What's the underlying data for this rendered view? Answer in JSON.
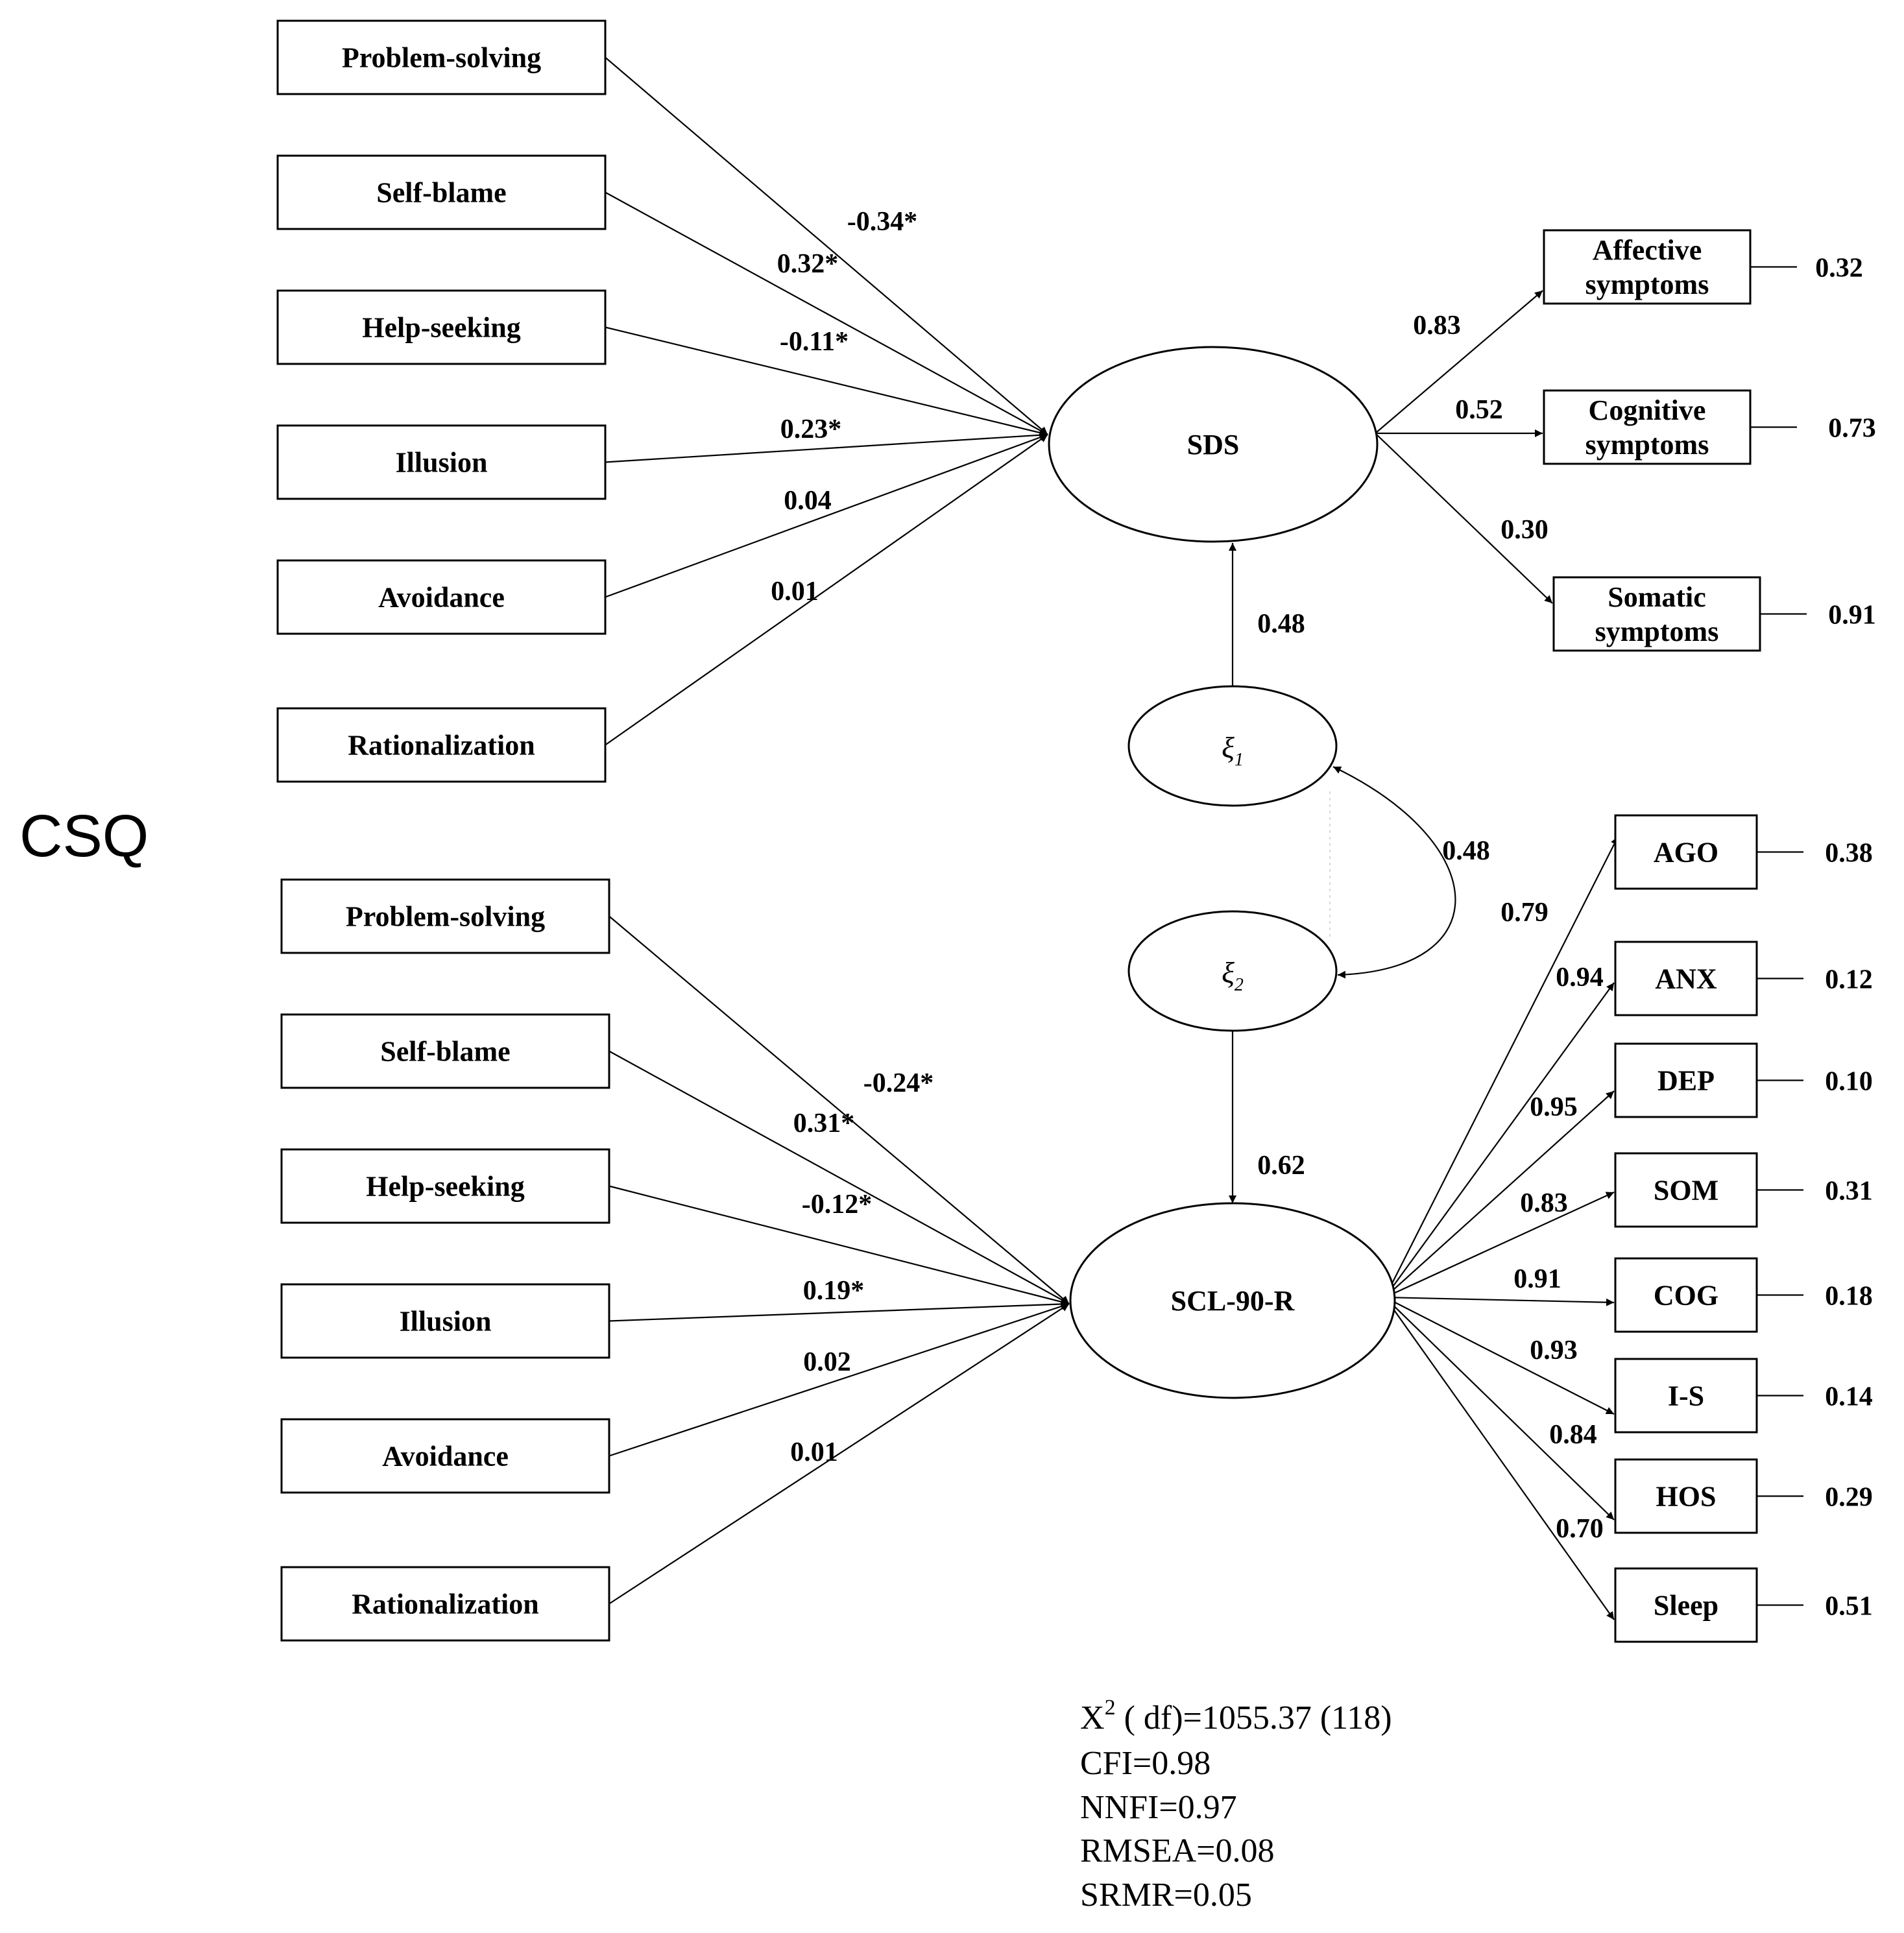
{
  "group_label": "CSQ",
  "sds": {
    "label": "SDS",
    "predictors": [
      {
        "label": "Problem-solving",
        "coef": "-0.34*"
      },
      {
        "label": "Self-blame",
        "coef": "0.32*"
      },
      {
        "label": "Help-seeking",
        "coef": "-0.11*"
      },
      {
        "label": "Illusion",
        "coef": "0.23*"
      },
      {
        "label": "Avoidance",
        "coef": "0.04"
      },
      {
        "label": "Rationalization",
        "coef": "0.01"
      }
    ],
    "indicators": [
      {
        "label": [
          "Affective",
          "symptoms"
        ],
        "loading": "0.83",
        "error": "0.32"
      },
      {
        "label": [
          "Cognitive",
          "symptoms"
        ],
        "loading": "0.52",
        "error": "0.73"
      },
      {
        "label": [
          "Somatic",
          "symptoms"
        ],
        "loading": "0.30",
        "error": "0.91"
      }
    ]
  },
  "scl": {
    "label": "SCL-90-R",
    "predictors": [
      {
        "label": "Problem-solving",
        "coef": "-0.24*"
      },
      {
        "label": "Self-blame",
        "coef": "0.31*"
      },
      {
        "label": "Help-seeking",
        "coef": "-0.12*"
      },
      {
        "label": "Illusion",
        "coef": "0.19*"
      },
      {
        "label": "Avoidance",
        "coef": "0.02"
      },
      {
        "label": "Rationalization",
        "coef": "0.01"
      }
    ],
    "indicators": [
      {
        "label": "AGO",
        "loading": "0.79",
        "error": "0.38"
      },
      {
        "label": "ANX",
        "loading": "0.94",
        "error": "0.12"
      },
      {
        "label": "DEP",
        "loading": "0.95",
        "error": "0.10"
      },
      {
        "label": "SOM",
        "loading": "0.83",
        "error": "0.31"
      },
      {
        "label": "COG",
        "loading": "0.91",
        "error": "0.18"
      },
      {
        "label": "I-S",
        "loading": "0.93",
        "error": "0.14"
      },
      {
        "label": "HOS",
        "loading": "0.84",
        "error": "0.29"
      },
      {
        "label": "Sleep",
        "loading": "0.70",
        "error": "0.51"
      }
    ]
  },
  "xi1": {
    "label": "ξ",
    "sub": "1",
    "path_to_sds": "0.48"
  },
  "xi2": {
    "label": "ξ",
    "sub": "2",
    "path_to_scl": "0.62"
  },
  "xi_correlation": "0.48",
  "fit": {
    "chi2": {
      "symbol": "X",
      "sup": "2",
      "rest": " ( df)=1055.37 (118)"
    },
    "cfi": "CFI=0.98",
    "nnfi": "NNFI=0.97",
    "rmsea": "RMSEA=0.08",
    "srmr": "SRMR=0.05"
  }
}
